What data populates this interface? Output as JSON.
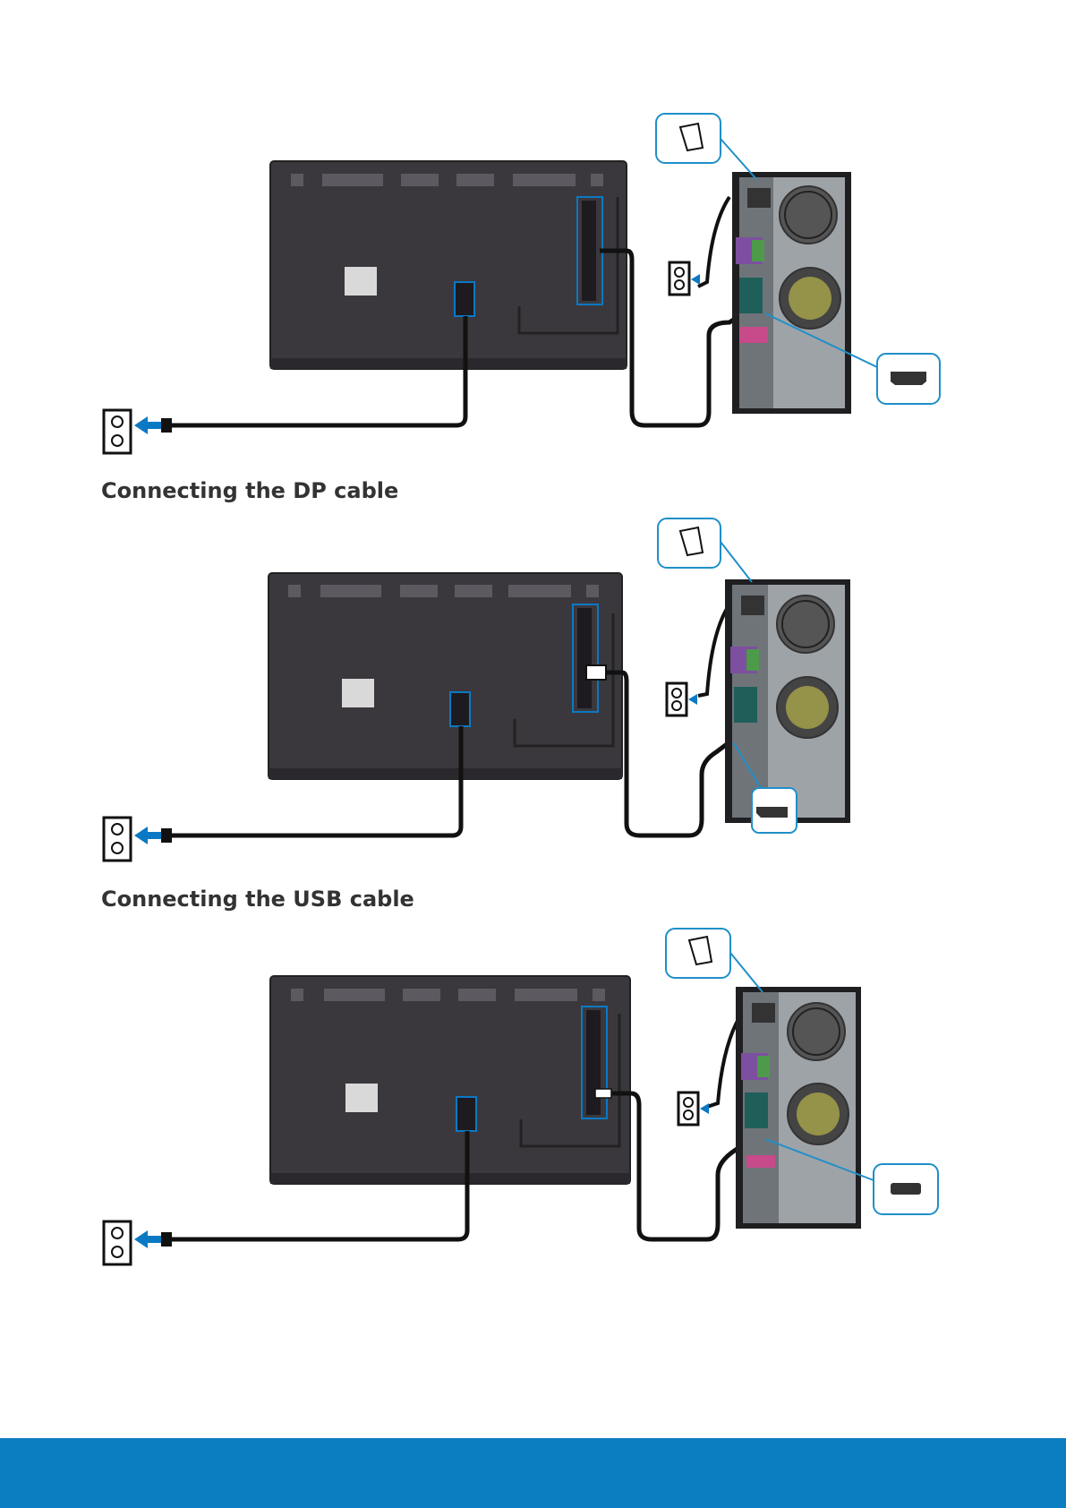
{
  "sections": [
    {
      "id": "hdmi",
      "heading": "",
      "port_icon": "hdmi-port-icon"
    },
    {
      "id": "dp",
      "heading": "Connecting the DP cable",
      "port_icon": "displayport-icon"
    },
    {
      "id": "usb",
      "heading": "Connecting the USB cable",
      "port_icon": "usb-port-icon"
    }
  ],
  "colors": {
    "accent": "#0a79c4",
    "monitor": "#3b383d",
    "pc_case": "#1f1f21",
    "callout_border": "#1f8fc9",
    "footer": "#0b7ec2"
  }
}
